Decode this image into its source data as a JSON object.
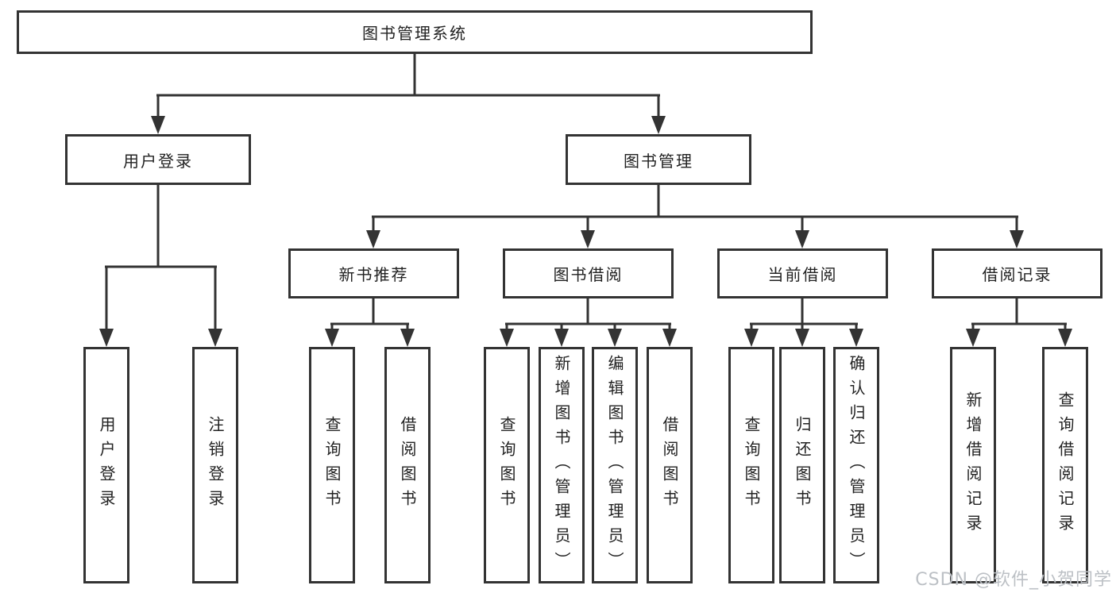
{
  "diagram_title": "图书管理系统",
  "tree": {
    "label": "图书管理系统",
    "children": [
      {
        "label": "用户登录",
        "children": [
          {
            "label": "用户登录"
          },
          {
            "label": "注销登录"
          }
        ]
      },
      {
        "label": "图书管理",
        "children": [
          {
            "label": "新书推荐",
            "children": [
              {
                "label": "查询图书"
              },
              {
                "label": "借阅图书"
              }
            ]
          },
          {
            "label": "图书借阅",
            "children": [
              {
                "label": "查询图书"
              },
              {
                "label": "新增图书（管理员）"
              },
              {
                "label": "编辑图书（管理员）"
              },
              {
                "label": "借阅图书"
              }
            ]
          },
          {
            "label": "当前借阅",
            "children": [
              {
                "label": "查询图书"
              },
              {
                "label": "归还图书"
              },
              {
                "label": "确认归还（管理员）"
              }
            ]
          },
          {
            "label": "借阅记录",
            "children": [
              {
                "label": "新增借阅记录"
              },
              {
                "label": "查询借阅记录"
              }
            ]
          }
        ]
      }
    ]
  },
  "watermark": {
    "text": "CSDN @软件_小贺同学"
  },
  "colors": {
    "line": "#333333",
    "box_border": "#333333",
    "box_fill": "#ffffff",
    "text": "#222222",
    "watermark": "#bcc0c5"
  }
}
